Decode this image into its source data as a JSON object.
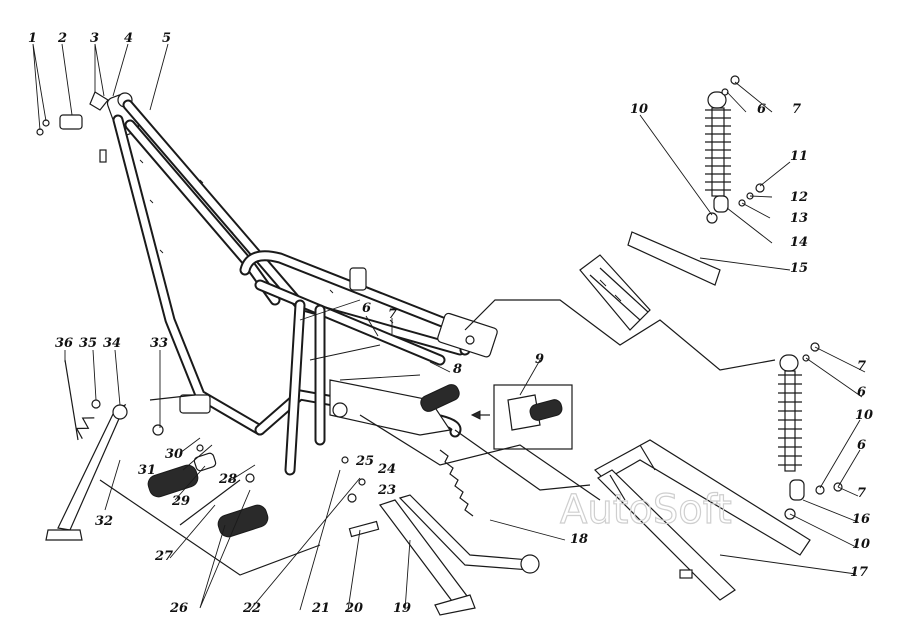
{
  "diagram": {
    "labels": [
      "1",
      "2",
      "3",
      "4",
      "5",
      "6",
      "7",
      "8",
      "9",
      "10",
      "11",
      "12",
      "13",
      "14",
      "15",
      "16",
      "17",
      "18",
      "19",
      "20",
      "21",
      "22",
      "23",
      "24",
      "25",
      "26",
      "27",
      "28",
      "29",
      "30",
      "31",
      "32",
      "33",
      "34",
      "35",
      "36"
    ],
    "watermark": "AutoSoft"
  }
}
